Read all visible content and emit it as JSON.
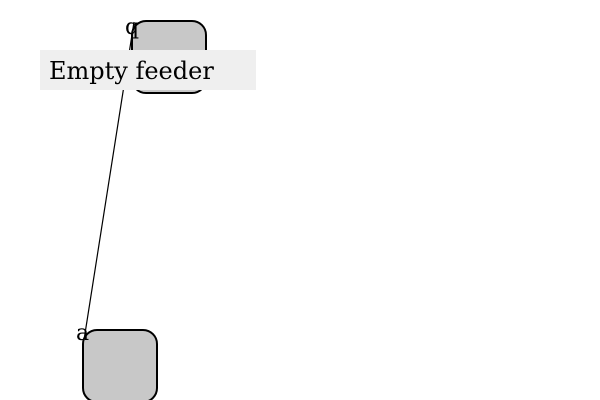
{
  "diagram": {
    "nodes": [
      {
        "id": "q",
        "label": "q"
      },
      {
        "id": "a",
        "label": "a"
      }
    ],
    "edges": [
      {
        "from": "q",
        "to": "a"
      }
    ],
    "tooltip": {
      "text": "Empty feeder"
    }
  },
  "colors": {
    "node_fill": "#c8c8c8",
    "node_stroke": "#000000",
    "edge": "#000000",
    "tooltip_bg": "#efefef",
    "background": "#ffffff"
  }
}
